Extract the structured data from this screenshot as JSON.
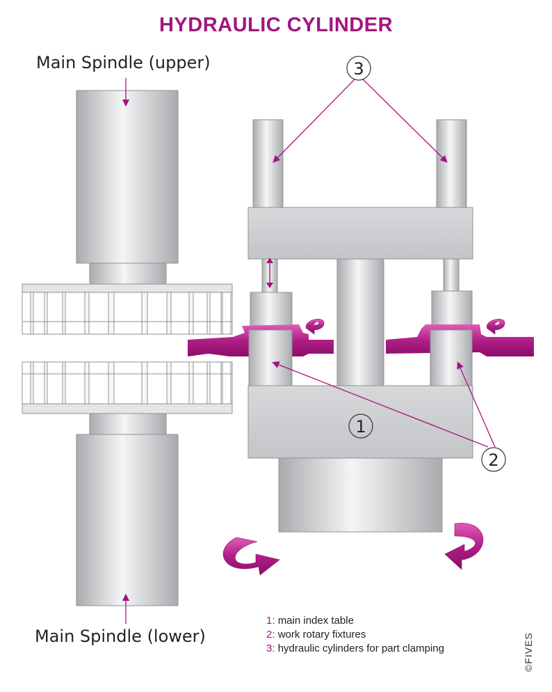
{
  "title": "HYDRAULIC CYLINDER",
  "labels": {
    "spindle_upper": "Main Spindle (upper)",
    "spindle_lower": "Main Spindle (lower)"
  },
  "callouts": {
    "c1": "1",
    "c2": "2",
    "c3": "3"
  },
  "legend": [
    {
      "num": "1:",
      "text": "main index table"
    },
    {
      "num": "2:",
      "text": "work rotary fixtures"
    },
    {
      "num": "3:",
      "text": "hydraulic cylinders for part clamping"
    }
  ],
  "copyright": "©FIVES",
  "colors": {
    "accent": "#a3157f",
    "metal_light": "#f2f3f4",
    "metal_mid": "#c9cbce",
    "metal_dark": "#a9abae",
    "outline": "#777777"
  }
}
